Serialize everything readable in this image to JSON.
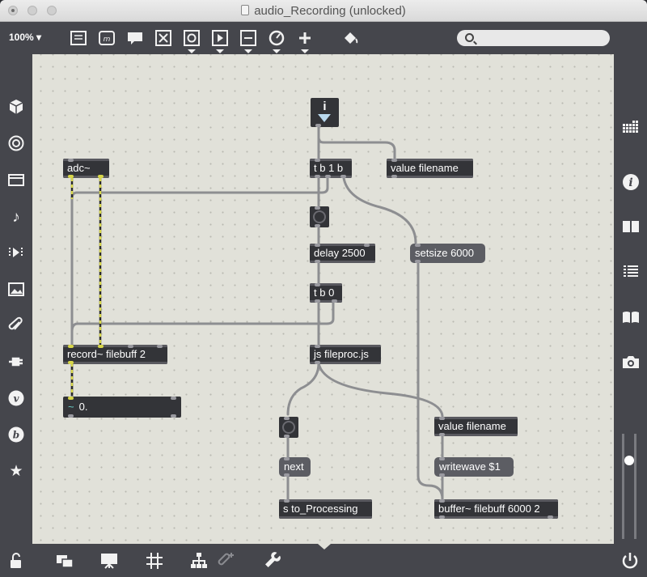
{
  "window": {
    "title": "audio_Recording (unlocked)"
  },
  "toolbar": {
    "zoom": "100%",
    "search_placeholder": "",
    "icons": [
      "presentation-icon",
      "message-icon",
      "comment-icon",
      "toggle-x-icon",
      "button-icon",
      "play-icon",
      "slider-icon",
      "dial-icon",
      "add-icon",
      "paint-bucket-icon"
    ]
  },
  "left_sidebar": [
    "cube-icon",
    "target-icon",
    "console-icon",
    "music-note-icon",
    "media-step-icon",
    "image-icon",
    "paperclip-icon",
    "plug-icon",
    "vizzie-icon",
    "beap-icon",
    "star-icon"
  ],
  "right_sidebar": [
    "grid-icon",
    "info-icon",
    "book-icon",
    "list-icon",
    "reference-icon",
    "snapshot-icon"
  ],
  "patch": {
    "toggle_label": "i",
    "objects": {
      "adc": "adc~",
      "tb1b": "t b 1 b",
      "value_filename_top": "value filename",
      "delay": "delay 2500",
      "setsize": "setsize 6000",
      "tb0": "t b 0",
      "record": "record~ filebuff 2",
      "jsproc": "js fileproc.js",
      "value_filename_bottom": "value filename",
      "writewave": "writewave $1",
      "buffer": "buffer~ filebuff 6000 2",
      "next": "next",
      "send": "s to_Processing"
    },
    "number_value": "0."
  },
  "bottom_bar": [
    "lock-icon",
    "windows-icon",
    "presentation-icon",
    "grid-icon",
    "hierarchy-icon",
    "paperclip-plus-icon",
    "wrench-icon",
    "power-icon"
  ]
}
